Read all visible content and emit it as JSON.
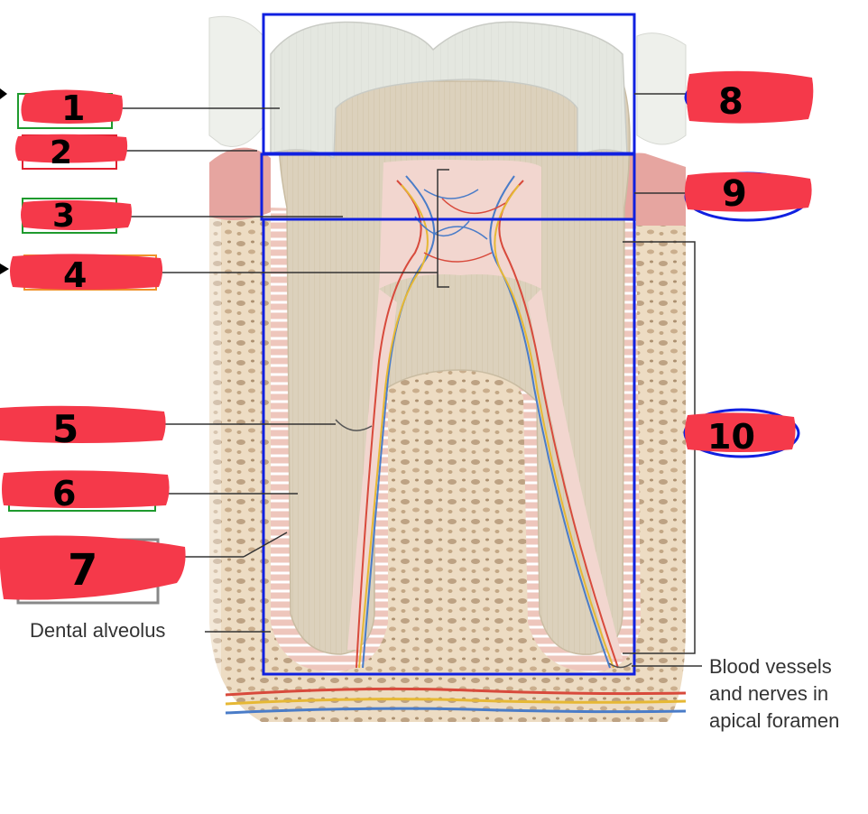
{
  "captions": {
    "dental_alveolus": "Dental alveolus",
    "apical_line1": "Blood vessels",
    "apical_line2": "and nerves in",
    "apical_line3": "apical foramen"
  },
  "marks": {
    "n1": "1",
    "n2": "2",
    "n3": "3",
    "n4": "4",
    "n5": "5",
    "n6": "6",
    "n7": "7",
    "n8": "8",
    "n9": "9",
    "n10": "10"
  },
  "colors": {
    "redaction": "#f5394a",
    "annotation_box": "#1020e0",
    "enamel": "#e3e6df",
    "dentin": "#d8ccb6",
    "pulp": "#f1d8d0",
    "bone": "#e6d0b2",
    "gum": "#e7a39e",
    "ligament": "#e9b7b0",
    "vessel_red": "#d84a3c",
    "vessel_blue": "#4a7cc8",
    "nerve_yellow": "#e6b835",
    "leader": "#333333"
  }
}
